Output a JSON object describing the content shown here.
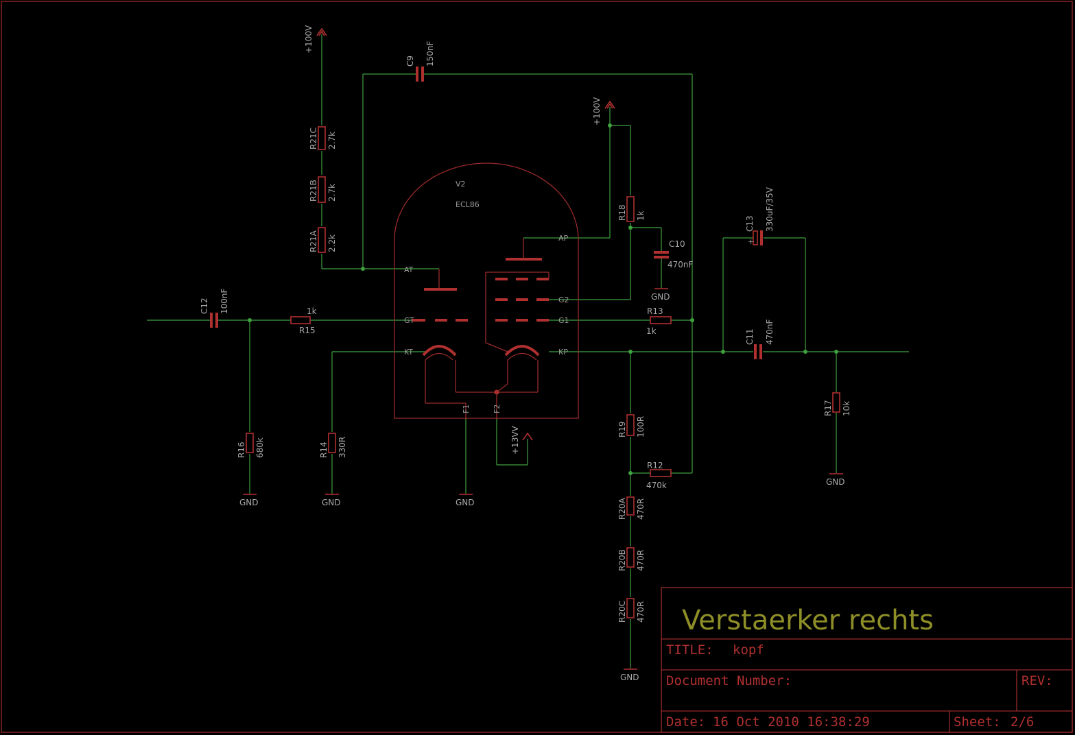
{
  "tube": {
    "ref": "V2",
    "type": "ECL86",
    "pins": {
      "at": "AT",
      "gt": "GT",
      "kt": "KT",
      "ap": "AP",
      "g2": "G2",
      "g1": "G1",
      "kp": "KP",
      "f1": "F1",
      "f2": "F2"
    }
  },
  "supplies": {
    "v100_a": "+100V",
    "v100_b": "+100V",
    "v13": "+13VV"
  },
  "gnd": "GND",
  "parts": {
    "c9": {
      "name": "C9",
      "value": "150nF"
    },
    "r21c": {
      "name": "R21C",
      "value": "2.7k"
    },
    "r21b": {
      "name": "R21B",
      "value": "2.7k"
    },
    "r21a": {
      "name": "R21A",
      "value": "2.2k"
    },
    "c12": {
      "name": "C12",
      "value": "100nF"
    },
    "r15": {
      "name": "R15",
      "value": "1k"
    },
    "r16": {
      "name": "R16",
      "value": "680k"
    },
    "r14": {
      "name": "R14",
      "value": "330R"
    },
    "r18": {
      "name": "R18",
      "value": "1k"
    },
    "c10": {
      "name": "C10",
      "value": "470nF"
    },
    "r13": {
      "name": "R13",
      "value": "1k"
    },
    "r19": {
      "name": "R19",
      "value": "100R"
    },
    "r12": {
      "name": "R12",
      "value": "470k"
    },
    "r20a": {
      "name": "R20A",
      "value": "470R"
    },
    "r20b": {
      "name": "R20B",
      "value": "470R"
    },
    "r20c": {
      "name": "R20C",
      "value": "470R"
    },
    "c13": {
      "name": "C13",
      "value": "330uF/35V"
    },
    "c11": {
      "name": "C11",
      "value": "470nF"
    },
    "r17": {
      "name": "R17",
      "value": "10k"
    }
  },
  "title_block": {
    "heading": "Verstaerker rechts",
    "title_label": "TITLE:",
    "title_value": "kopf",
    "doc_label": "Document Number:",
    "rev_label": "REV:",
    "date_label": "Date:",
    "date_value": "16 Oct 2010 16:38:29",
    "sheet_label": "Sheet:",
    "sheet_value": "2/6"
  }
}
